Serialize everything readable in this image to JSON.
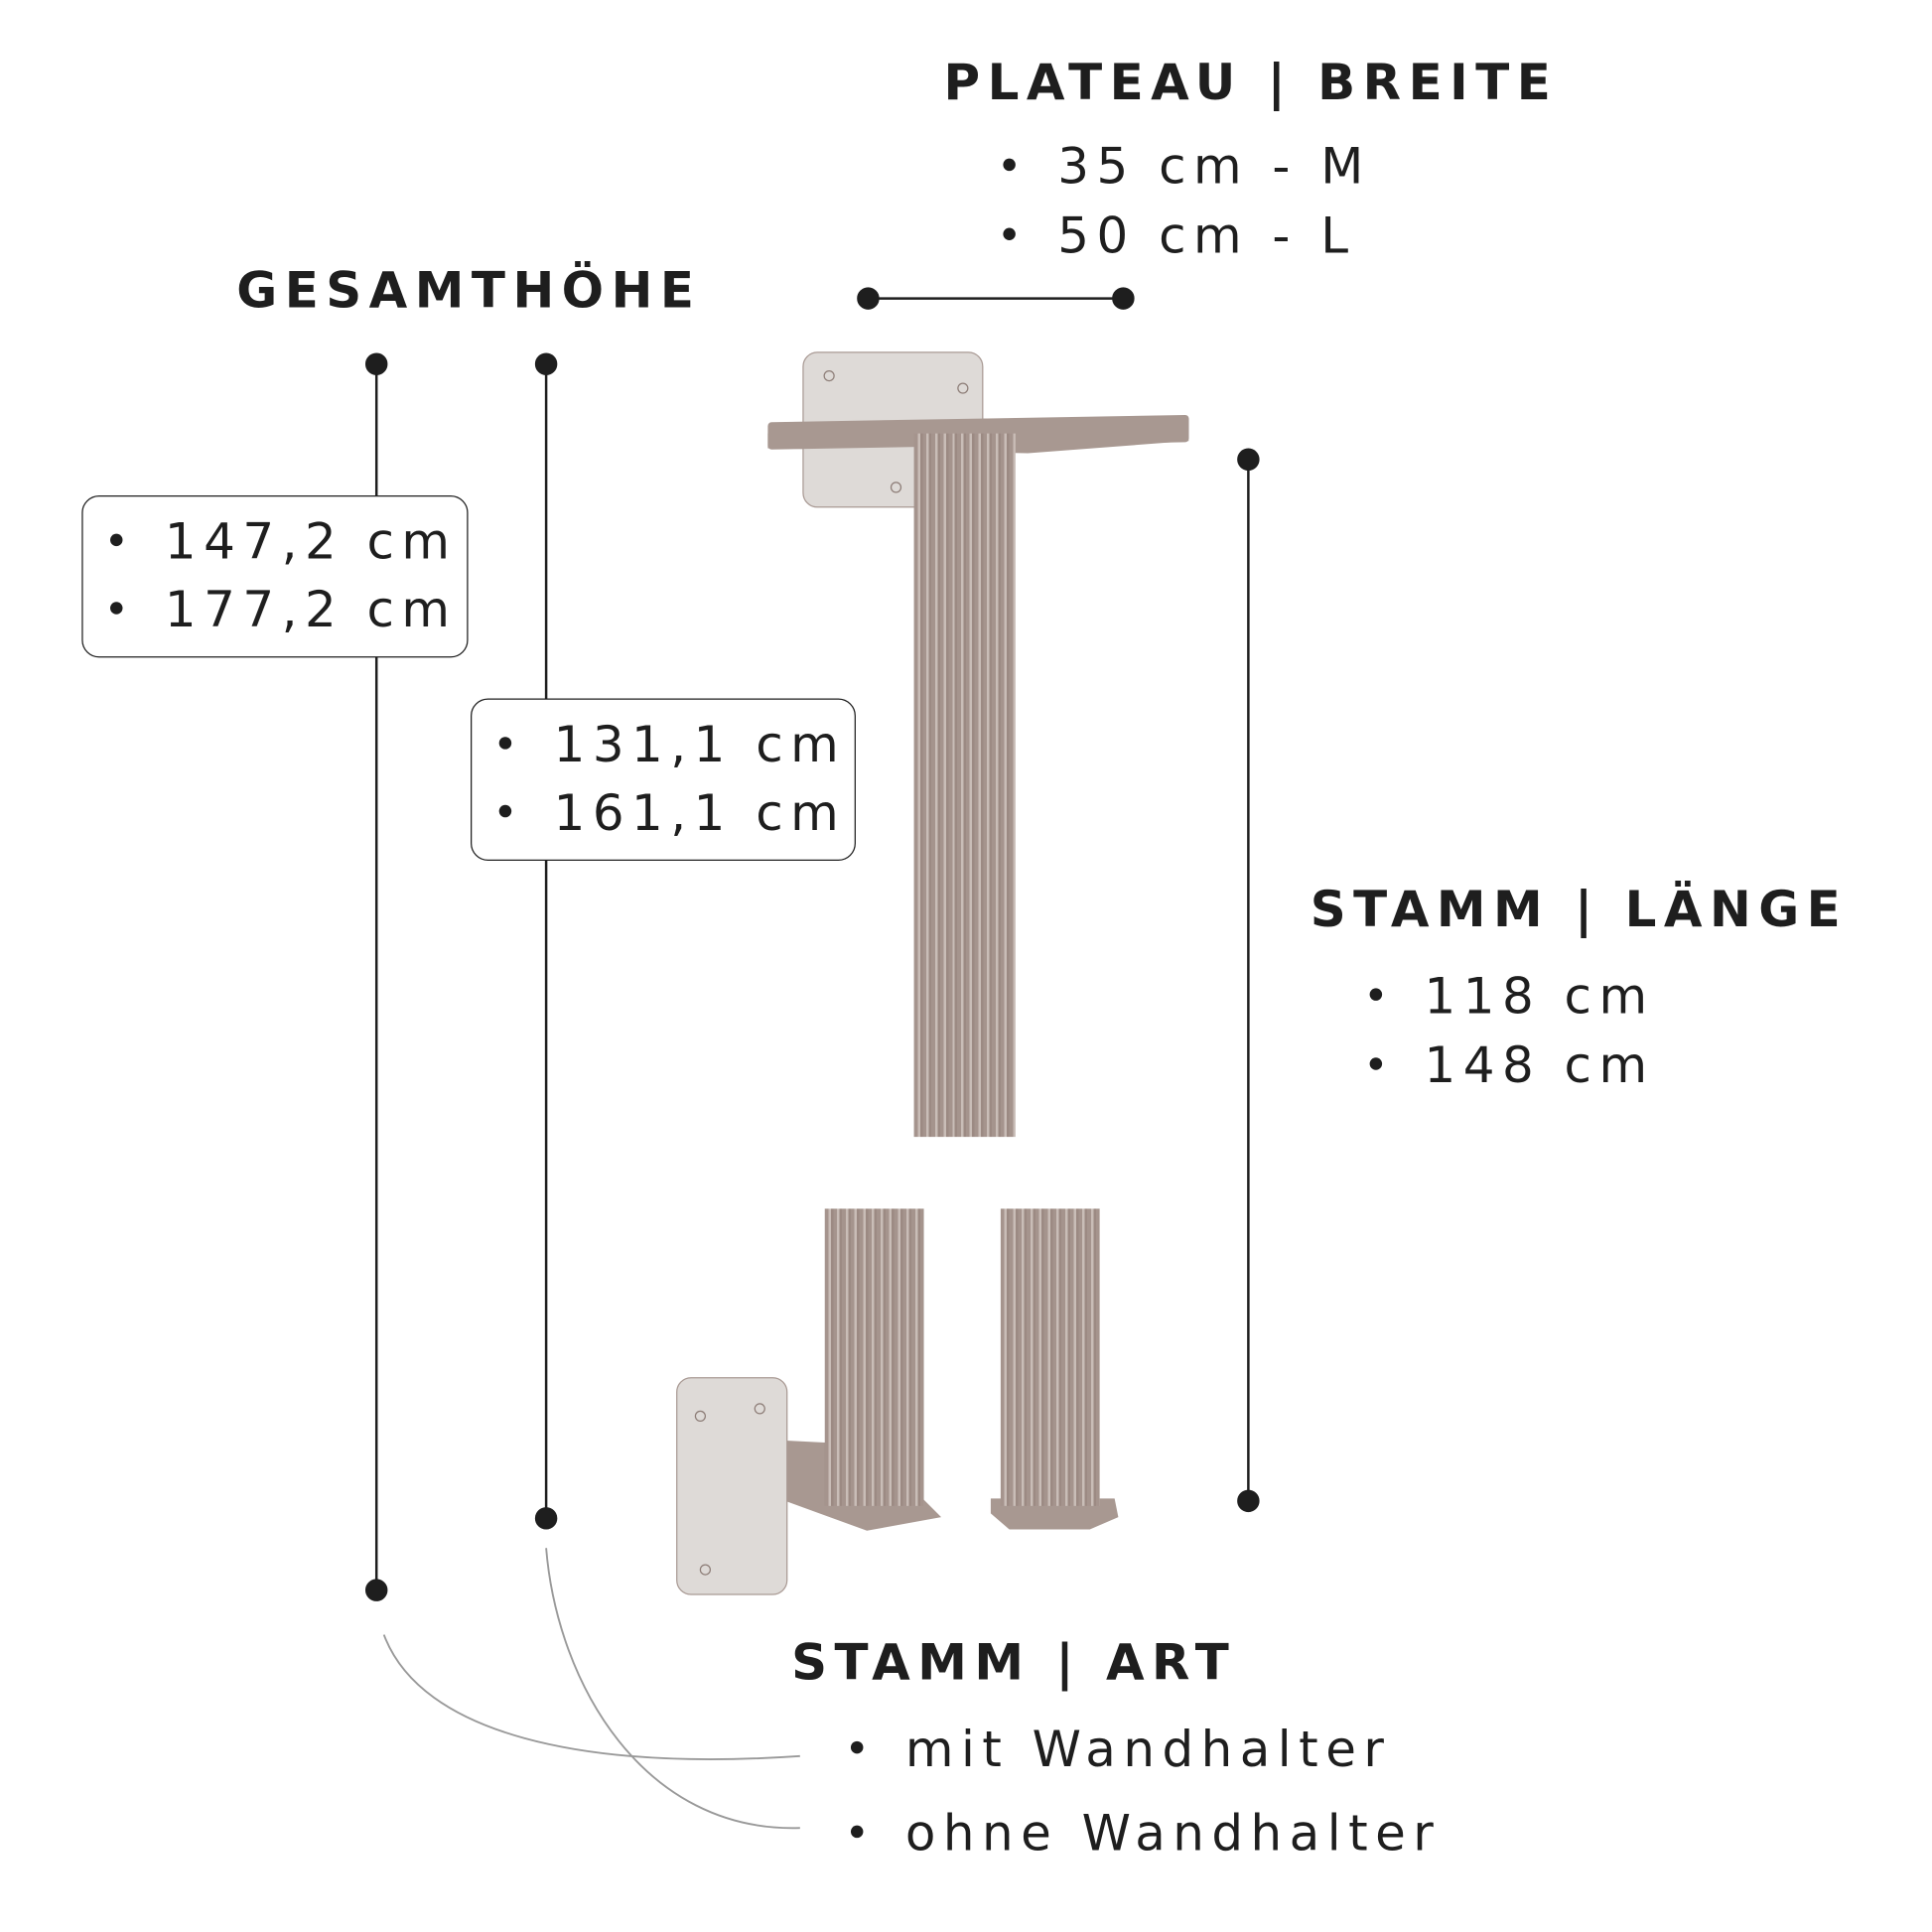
{
  "plateau": {
    "heading": "PLATEAU | BREITE",
    "items": [
      "35 cm - M",
      "50 cm - L"
    ]
  },
  "gesamthoehe": {
    "heading": "GESAMTHÖHE",
    "box_with_holder": [
      "147,2 cm",
      "177,2 cm"
    ],
    "box_without_holder": [
      "131,1 cm",
      "161,1 cm"
    ]
  },
  "stamm_laenge": {
    "heading": "STAMM | LÄNGE",
    "items": [
      "118 cm",
      "148 cm"
    ]
  },
  "stamm_art": {
    "heading": "STAMM | ART",
    "items": [
      "mit Wandhalter",
      "ohne Wandhalter"
    ]
  },
  "colors": {
    "line": "#1e1e1e",
    "stem": "#a5948d",
    "plate": "#dedad7",
    "curve": "#999999"
  }
}
